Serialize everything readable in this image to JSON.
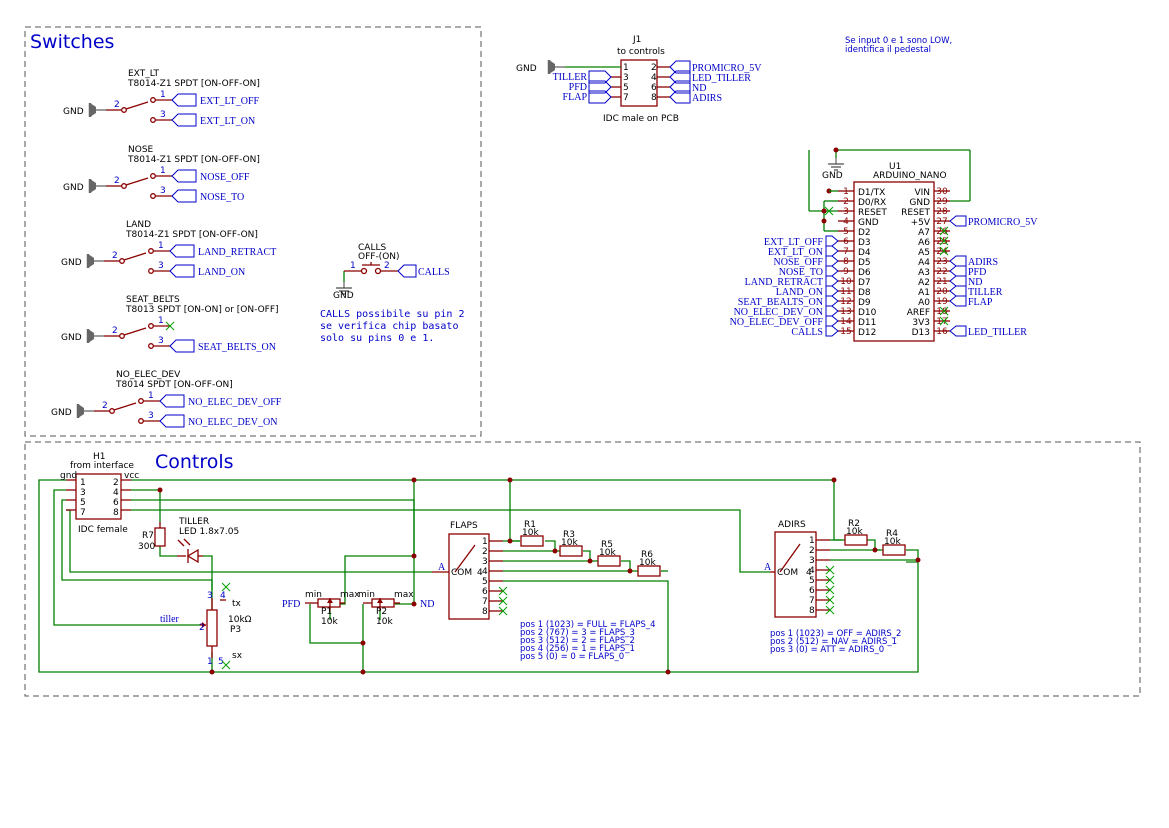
{
  "sections": {
    "switches": "Switches",
    "controls": "Controls"
  },
  "switches": [
    {
      "name": "EXT_LT",
      "part": "T8014-Z1 SPDT [ON-OFF-ON]",
      "gnd": "GND",
      "pins": [
        "2",
        "1",
        "3"
      ],
      "nets": [
        "EXT_LT_OFF",
        "EXT_LT_ON"
      ]
    },
    {
      "name": "NOSE",
      "part": "T8014-Z1 SPDT [ON-OFF-ON]",
      "gnd": "GND",
      "pins": [
        "2",
        "1",
        "3"
      ],
      "nets": [
        "NOSE_OFF",
        "NOSE_TO"
      ]
    },
    {
      "name": "LAND",
      "part": "T8014-Z1 SPDT [ON-OFF-ON]",
      "gnd": "GND",
      "pins": [
        "2",
        "1",
        "3"
      ],
      "nets": [
        "LAND_RETRACT",
        "LAND_ON"
      ]
    },
    {
      "name": "SEAT_BELTS",
      "part": "T8013 SPDT [ON-ON] or [ON-OFF]",
      "gnd": "GND",
      "pins": [
        "2",
        "1",
        "3"
      ],
      "nets": [
        "",
        "SEAT_BELTS_ON"
      ]
    },
    {
      "name": "NO_ELEC_DEV",
      "part": "T8014 SPDT [ON-OFF-ON]",
      "gnd": "GND",
      "pins": [
        "2",
        "1",
        "3"
      ],
      "nets": [
        "NO_ELEC_DEV_OFF",
        "NO_ELEC_DEV_ON"
      ]
    }
  ],
  "calls": {
    "name": "CALLS",
    "part": "OFF-(ON)",
    "net": "CALLS",
    "gnd": "GND",
    "pin1": "1",
    "pin2": "2"
  },
  "calls_note": [
    "CALLS possibile su pin 2",
    "se verifica chip basato",
    "solo su pins 0 e 1."
  ],
  "j1": {
    "ref": "J1",
    "value": "to controls",
    "footprint": "IDC male on PCB",
    "gnd": "GND",
    "left_pins": [
      "1",
      "3",
      "5",
      "7"
    ],
    "right_pins": [
      "2",
      "4",
      "6",
      "8"
    ],
    "left_nets": [
      "TILLER",
      "PFD",
      "FLAP"
    ],
    "right_nets": [
      "PROMICRO_5V",
      "LED_TILLER",
      "ND",
      "ADIRS"
    ]
  },
  "pedestal_note": [
    "Se input 0 e 1 sono LOW,",
    "identifica il pedestal"
  ],
  "u1": {
    "ref": "U1",
    "value": "ARDUINO_NANO",
    "gnd": "GND",
    "left": [
      {
        "num": "1",
        "name": "D1/TX",
        "net": ""
      },
      {
        "num": "2",
        "name": "D0/RX",
        "net": ""
      },
      {
        "num": "3",
        "name": "RESET",
        "net": ""
      },
      {
        "num": "4",
        "name": "GND",
        "net": ""
      },
      {
        "num": "5",
        "name": "D2",
        "net": ""
      },
      {
        "num": "6",
        "name": "D3",
        "net": "EXT_LT_OFF"
      },
      {
        "num": "7",
        "name": "D4",
        "net": "EXT_LT_ON"
      },
      {
        "num": "8",
        "name": "D5",
        "net": "NOSE_OFF"
      },
      {
        "num": "9",
        "name": "D6",
        "net": "NOSE_TO"
      },
      {
        "num": "10",
        "name": "D7",
        "net": "LAND_RETRACT"
      },
      {
        "num": "11",
        "name": "D8",
        "net": "LAND_ON"
      },
      {
        "num": "12",
        "name": "D9",
        "net": "SEAT_BEALTS_ON"
      },
      {
        "num": "13",
        "name": "D10",
        "net": "NO_ELEC_DEV_ON"
      },
      {
        "num": "14",
        "name": "D11",
        "net": "NO_ELEC_DEV_OFF"
      },
      {
        "num": "15",
        "name": "D12",
        "net": "CALLS"
      }
    ],
    "right": [
      {
        "num": "30",
        "name": "VIN",
        "net": ""
      },
      {
        "num": "29",
        "name": "GND",
        "net": ""
      },
      {
        "num": "28",
        "name": "RESET",
        "net": ""
      },
      {
        "num": "27",
        "name": "+5V",
        "net": "PROMICRO_5V"
      },
      {
        "num": "26",
        "name": "A7",
        "net": ""
      },
      {
        "num": "25",
        "name": "A6",
        "net": ""
      },
      {
        "num": "24",
        "name": "A5",
        "net": ""
      },
      {
        "num": "23",
        "name": "A4",
        "net": "ADIRS"
      },
      {
        "num": "22",
        "name": "A3",
        "net": "PFD"
      },
      {
        "num": "21",
        "name": "A2",
        "net": "ND"
      },
      {
        "num": "20",
        "name": "A1",
        "net": "TILLER"
      },
      {
        "num": "19",
        "name": "A0",
        "net": "FLAP"
      },
      {
        "num": "18",
        "name": "AREF",
        "net": ""
      },
      {
        "num": "17",
        "name": "3V3",
        "net": ""
      },
      {
        "num": "16",
        "name": "D13",
        "net": "LED_TILLER"
      }
    ]
  },
  "h1": {
    "ref": "H1",
    "value": "from interface",
    "footprint": "IDC female",
    "gnd_label": "gnd",
    "vcc_label": "vcc",
    "left_pins": [
      "1",
      "3",
      "5",
      "7"
    ],
    "right_pins": [
      "2",
      "4",
      "6",
      "8"
    ]
  },
  "components": {
    "r7": {
      "ref": "R7",
      "value": "300"
    },
    "led": {
      "ref": "TILLER",
      "value": "LED 1.8x7.05"
    },
    "p3": {
      "ref": "P3",
      "value": "10kΩ",
      "label": "tiller",
      "pin_tx": "tx",
      "pin_sx": "sx",
      "pins": [
        "3",
        "4",
        "2",
        "1",
        "5"
      ]
    },
    "p1": {
      "ref": "P1",
      "value": "10k",
      "min": "min",
      "max": "max",
      "label": "PFD"
    },
    "p2": {
      "ref": "P2",
      "value": "10k",
      "min": "min",
      "max": "max",
      "label": "ND"
    },
    "flaps_resistors": [
      {
        "ref": "R1",
        "value": "10k"
      },
      {
        "ref": "R3",
        "value": "10k"
      },
      {
        "ref": "R5",
        "value": "10k"
      },
      {
        "ref": "R6",
        "value": "10k"
      }
    ],
    "adirs_resistors": [
      {
        "ref": "R2",
        "value": "10k"
      },
      {
        "ref": "R4",
        "value": "10k"
      }
    ]
  },
  "flaps": {
    "ref": "FLAPS",
    "a": "A",
    "com": "COM",
    "com_pin": "4",
    "pins": [
      "1",
      "2",
      "3",
      "4",
      "5",
      "6",
      "7",
      "8"
    ],
    "notes": [
      "pos 1 (1023) = FULL = FLAPS_4",
      "pos 2  (767) =    3  = FLAPS_3",
      "pos 3  (512) =    2  = FLAPS_2",
      "pos 4  (256) =    1  = FLAPS_1",
      "pos 5    (0) =    0  = FLAPS_0"
    ]
  },
  "adirs": {
    "ref": "ADIRS",
    "a": "A",
    "com": "COM",
    "com_pin": "4",
    "pins": [
      "1",
      "2",
      "3",
      "4",
      "5",
      "6",
      "7",
      "8"
    ],
    "notes": [
      "pos 1 (1023) = OFF = ADIRS_2",
      "pos 2  (512) = NAV = ADIRS_1",
      "pos 3    (0) = ATT = ADIRS_0"
    ]
  },
  "colors": {
    "wire": "#008000",
    "component": "#8b0000",
    "net": "#0000c8",
    "frame": "#555555"
  }
}
